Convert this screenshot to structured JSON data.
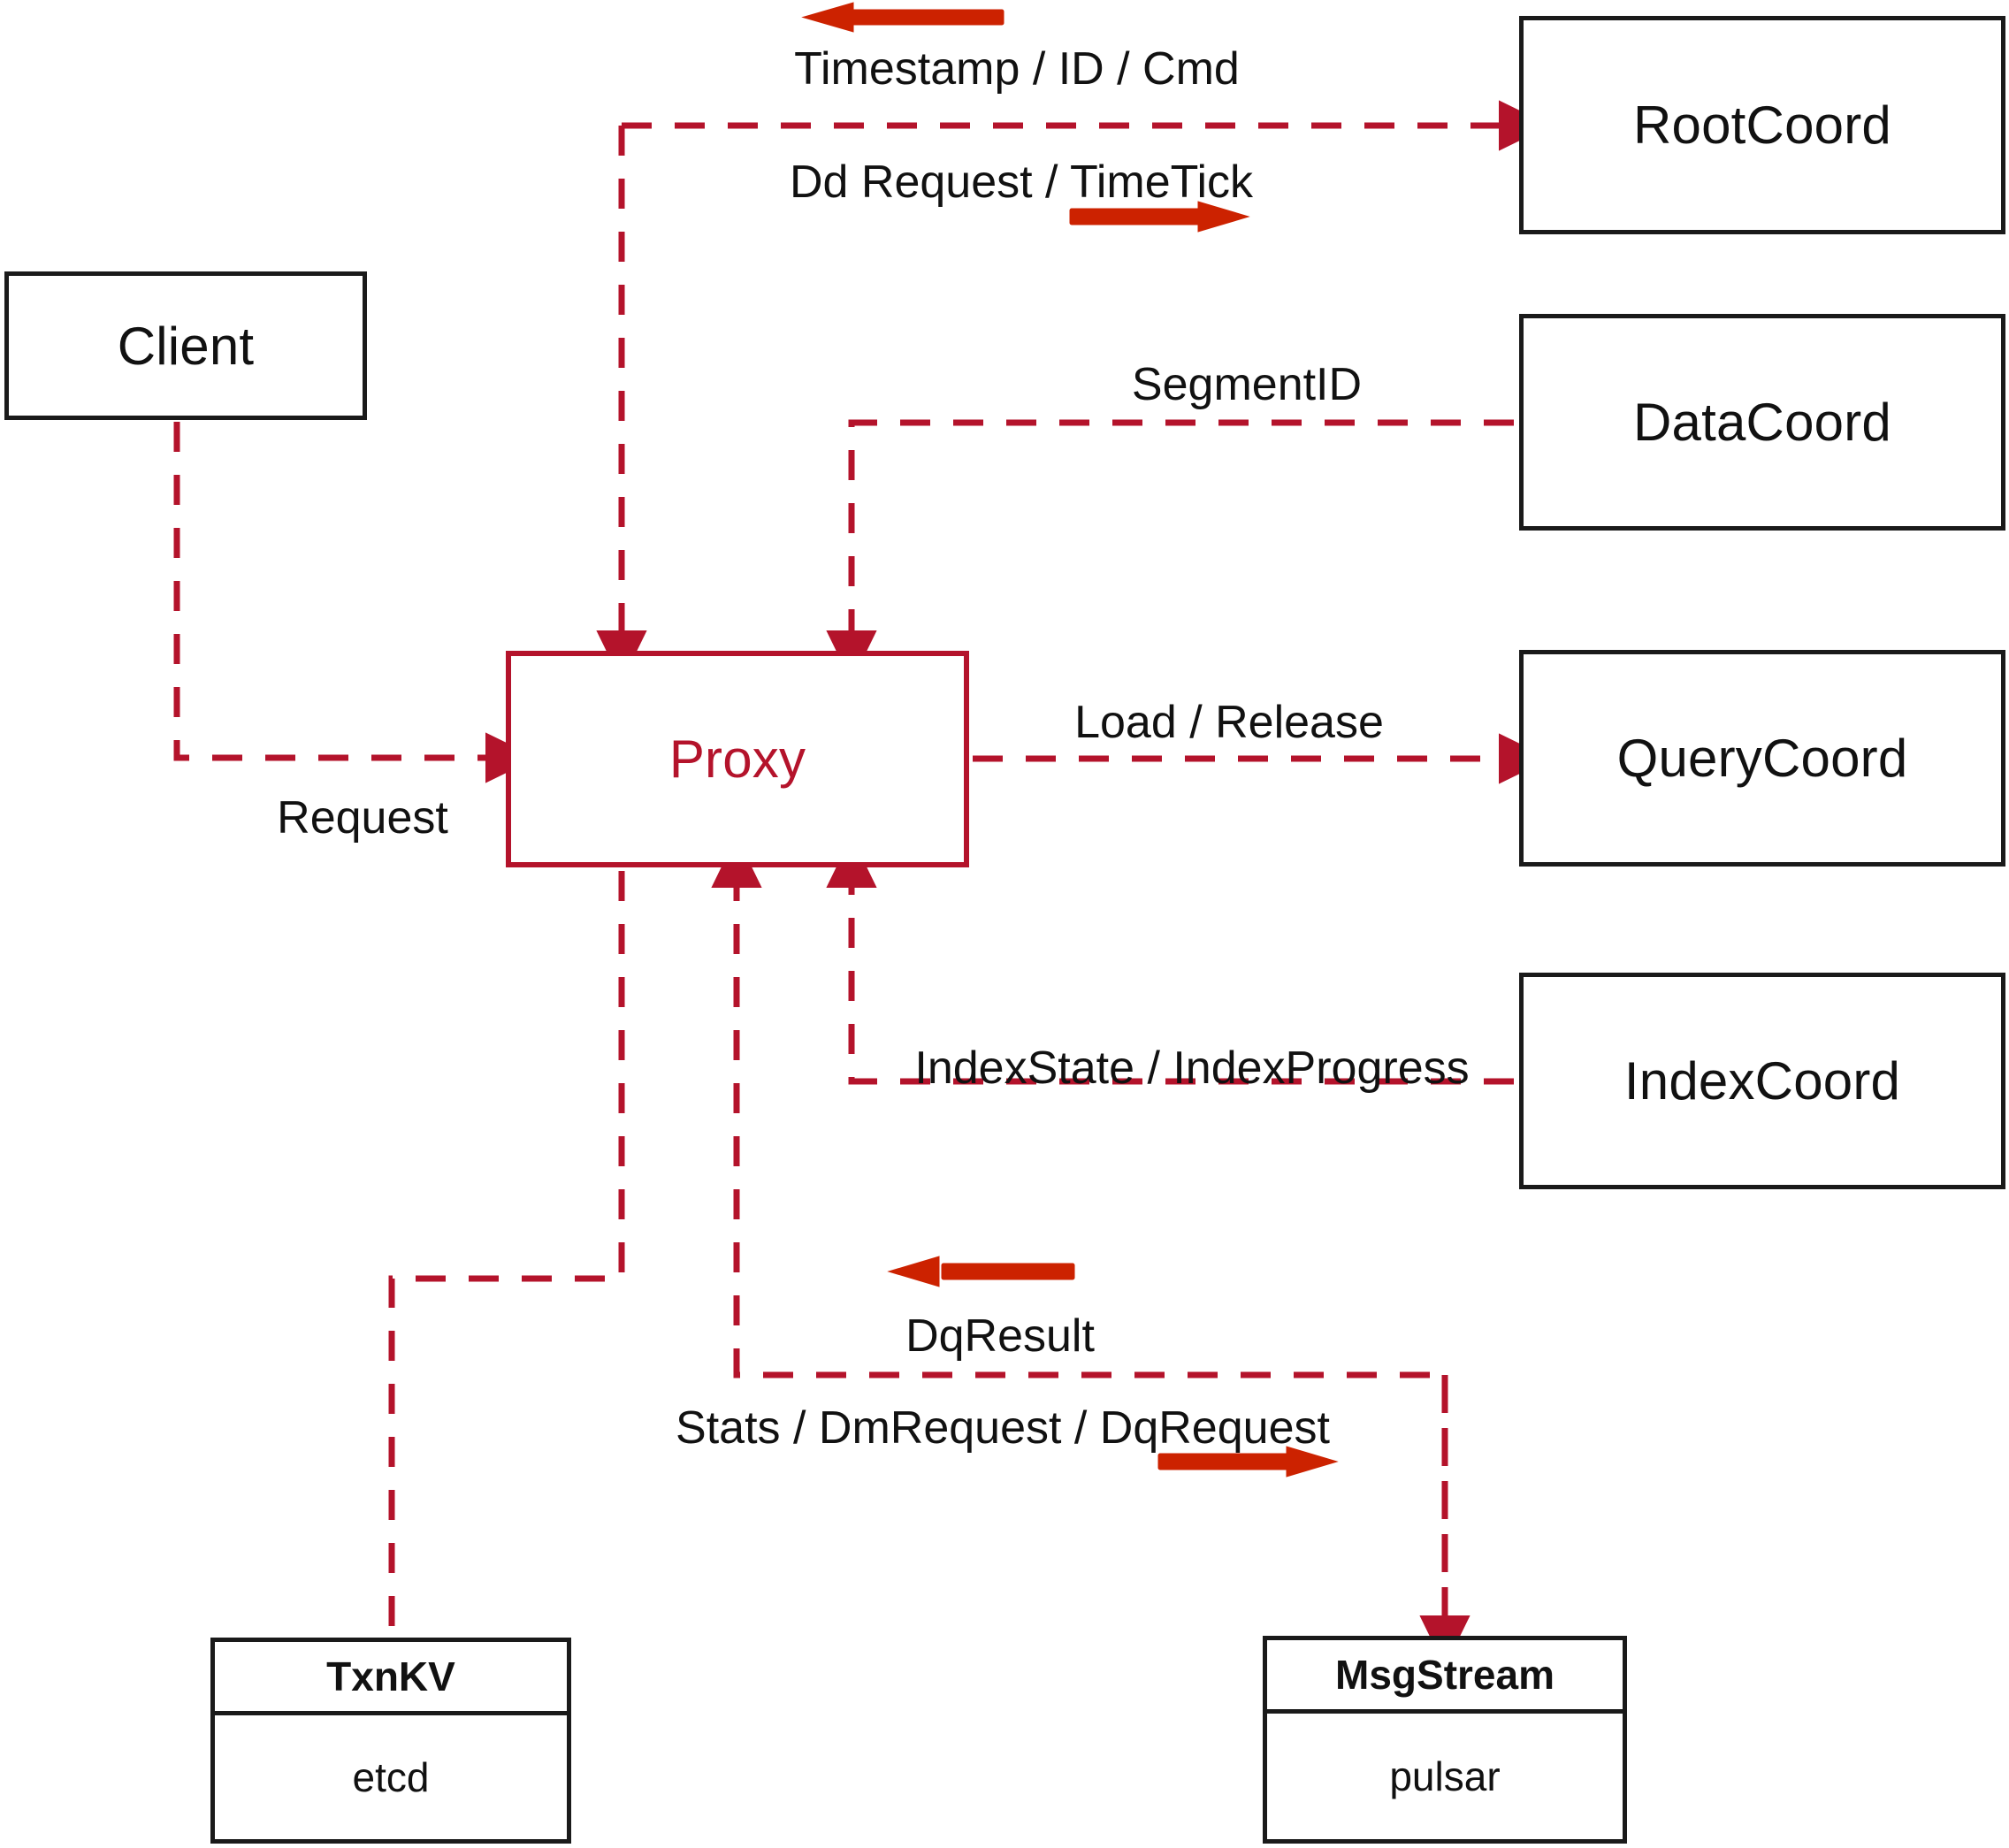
{
  "diagram": {
    "title": "Milvus Proxy component interaction diagram",
    "colors": {
      "edge_red": "#b4132b",
      "arrow_orange_red": "#cc2200",
      "node_border": "#1a1a1a",
      "background": "#ffffff"
    }
  },
  "nodes": {
    "client": {
      "label": "Client"
    },
    "proxy": {
      "label": "Proxy"
    },
    "root_coord": {
      "label": "RootCoord"
    },
    "data_coord": {
      "label": "DataCoord"
    },
    "query_coord": {
      "label": "QueryCoord"
    },
    "index_coord": {
      "label": "IndexCoord"
    },
    "txnkv": {
      "header": "TxnKV",
      "body": "etcd"
    },
    "msgstream": {
      "header": "MsgStream",
      "body": "pulsar"
    }
  },
  "edges": [
    {
      "id": "client-to-proxy",
      "label": "Request",
      "from": "client",
      "to": "proxy"
    },
    {
      "id": "proxy-to-rootcoord",
      "label": "Dd Request / TimeTick",
      "from": "proxy",
      "to": "root_coord"
    },
    {
      "id": "rootcoord-to-proxy",
      "label": "Timestamp / ID / Cmd",
      "from": "root_coord",
      "to": "proxy"
    },
    {
      "id": "datacoord-to-proxy",
      "label": "SegmentID",
      "from": "data_coord",
      "to": "proxy"
    },
    {
      "id": "proxy-to-querycoord",
      "label": "Load / Release",
      "from": "proxy",
      "to": "query_coord"
    },
    {
      "id": "indexcoord-to-proxy",
      "label": "IndexState / IndexProgress",
      "from": "index_coord",
      "to": "proxy"
    },
    {
      "id": "msgstream-to-proxy",
      "label": "DqResult",
      "from": "msgstream",
      "to": "proxy"
    },
    {
      "id": "proxy-to-msgstream",
      "label": "Stats / DmRequest / DqRequest",
      "from": "proxy",
      "to": "msgstream"
    },
    {
      "id": "proxy-to-txnkv",
      "label": "",
      "from": "proxy",
      "to": "txnkv"
    }
  ],
  "edge_labels": {
    "timestamp_id_cmd": "Timestamp / ID / Cmd",
    "dd_request_timetick": "Dd Request / TimeTick",
    "segment_id": "SegmentID",
    "load_release": "Load / Release",
    "index_state_progress": "IndexState / IndexProgress",
    "request": "Request",
    "dq_result": "DqResult",
    "stats_dm_dq_request": "Stats / DmRequest / DqRequest"
  }
}
